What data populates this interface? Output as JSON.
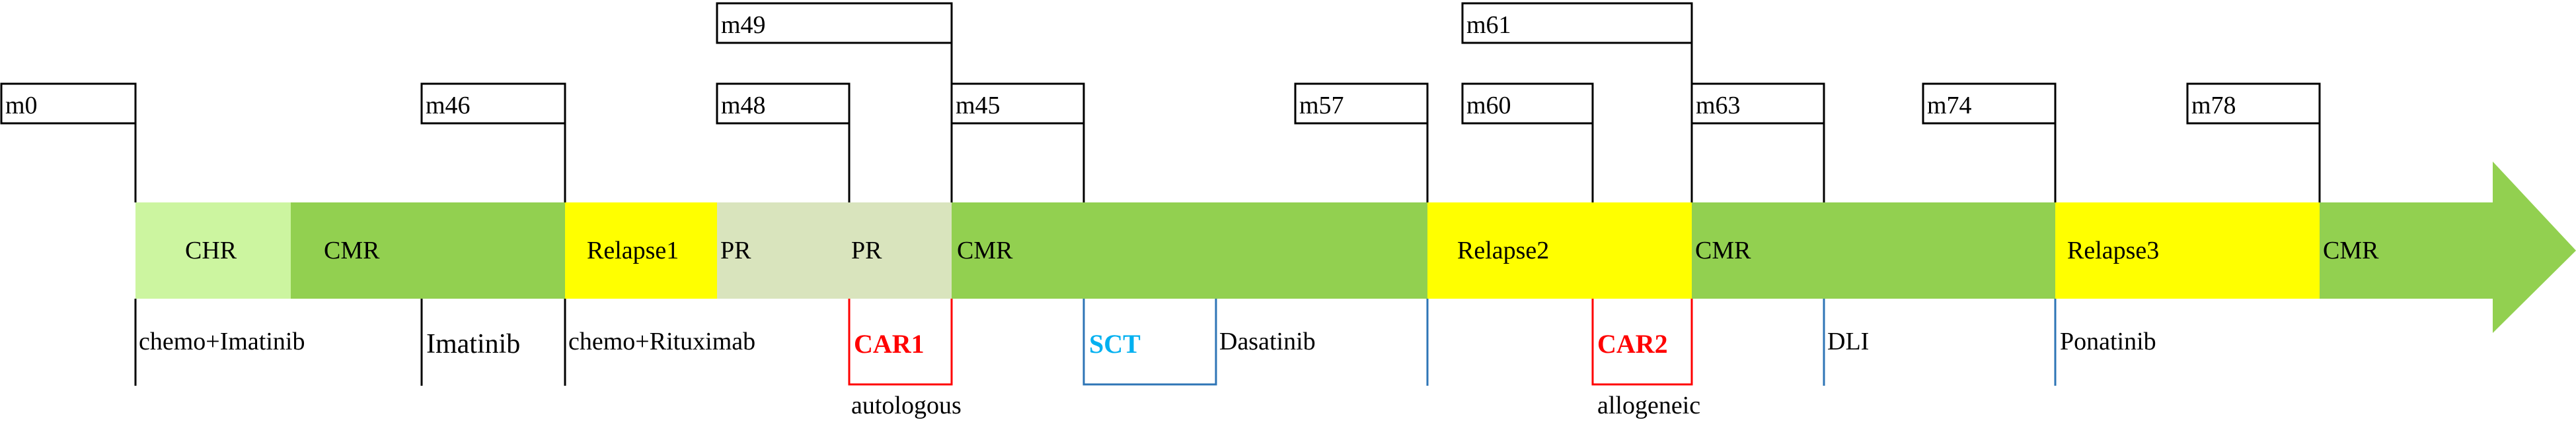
{
  "milestones": [
    {
      "id": "m0",
      "label": "m0"
    },
    {
      "id": "m46",
      "label": "m46"
    },
    {
      "id": "m49",
      "label": "m49"
    },
    {
      "id": "m48",
      "label": "m48"
    },
    {
      "id": "m45",
      "label": "m45"
    },
    {
      "id": "m57",
      "label": "m57"
    },
    {
      "id": "m61",
      "label": "m61"
    },
    {
      "id": "m60",
      "label": "m60"
    },
    {
      "id": "m63",
      "label": "m63"
    },
    {
      "id": "m74",
      "label": "m74"
    },
    {
      "id": "m78",
      "label": "m78"
    }
  ],
  "segments": [
    {
      "label": "CHR",
      "color": "#ccf5a0"
    },
    {
      "label": "CMR",
      "color": "#92d050"
    },
    {
      "label": "Relapse1",
      "color": "#ffff00"
    },
    {
      "label": "PR",
      "color": "#d9e4bd"
    },
    {
      "label": "PR",
      "color": "#d9e4bd"
    },
    {
      "label": "CMR",
      "color": "#92d050"
    },
    {
      "label": "",
      "color": "#92d050"
    },
    {
      "label": "Relapse2",
      "color": "#ffff00"
    },
    {
      "label": "",
      "color": "#ffff00"
    },
    {
      "label": "CMR",
      "color": "#92d050"
    },
    {
      "label": "",
      "color": "#92d050"
    },
    {
      "label": "Relapse3",
      "color": "#ffff00"
    },
    {
      "label": "CMR",
      "color": "#92d050"
    }
  ],
  "treatments": [
    {
      "label": "chemo+Imatinib",
      "color": "#000000"
    },
    {
      "label": "Imatinib",
      "color": "#000000"
    },
    {
      "label": "chemo+Rituximab",
      "color": "#000000"
    },
    {
      "label": "CAR1",
      "color": "#ff0000"
    },
    {
      "label": "SCT",
      "color": "#00b0f0"
    },
    {
      "label": "Dasatinib",
      "color": "#000000"
    },
    {
      "label": "CAR2",
      "color": "#ff0000"
    },
    {
      "label": "DLI",
      "color": "#000000"
    },
    {
      "label": "Ponatinib",
      "color": "#000000"
    }
  ],
  "notes": {
    "car1": "autologous",
    "car2": "allogeneic"
  },
  "colors": {
    "arrow": "#92d050",
    "car_box": "#ff0000",
    "sct_box": "#2e75b6",
    "blue_line": "#2e75b6"
  }
}
